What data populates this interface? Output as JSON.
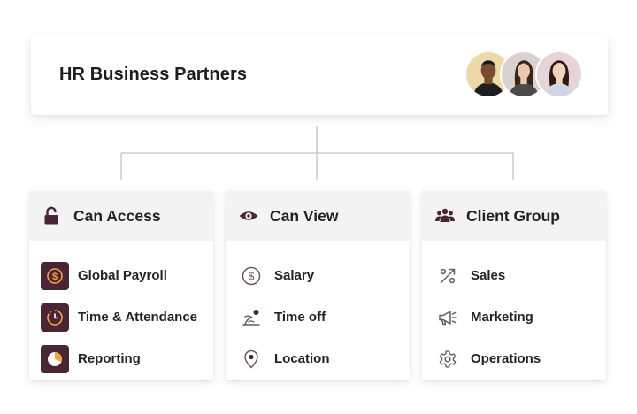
{
  "header": {
    "title": "HR Business Partners",
    "avatars": [
      {
        "icon": "person-avatar-1",
        "bg": "#ecd9a8",
        "skin": "#7a4a30",
        "hair": "#1a1a1a",
        "shirt": "#1f1f1f"
      },
      {
        "icon": "person-avatar-2",
        "bg": "#d9d3d0",
        "skin": "#eac8b0",
        "hair": "#3a2418",
        "shirt": "#4a4a4a"
      },
      {
        "icon": "person-avatar-3",
        "bg": "#e6d4d7",
        "skin": "#f0d2bd",
        "hair": "#2b1a12",
        "shirt": "#d0d6e4"
      }
    ]
  },
  "colors": {
    "accent": "#4a2536",
    "line": "#c2c2c2",
    "icon_outline": "#6a5a60"
  },
  "cards": [
    {
      "title": "Can Access",
      "icon": "unlock-icon",
      "items": [
        {
          "label": "Global Payroll",
          "icon": "dollar-coin-icon"
        },
        {
          "label": "Time & Attendance",
          "icon": "clock-icon"
        },
        {
          "label": "Reporting",
          "icon": "pie-chart-icon"
        }
      ]
    },
    {
      "title": "Can View",
      "icon": "eye-icon",
      "items": [
        {
          "label": "Salary",
          "icon": "dollar-circle-icon"
        },
        {
          "label": "Time off",
          "icon": "beach-icon"
        },
        {
          "label": "Location",
          "icon": "location-pin-icon"
        }
      ]
    },
    {
      "title": "Client Group",
      "icon": "group-icon",
      "items": [
        {
          "label": "Sales",
          "icon": "percent-icon"
        },
        {
          "label": "Marketing",
          "icon": "megaphone-icon"
        },
        {
          "label": "Operations",
          "icon": "gear-icon"
        }
      ]
    }
  ]
}
